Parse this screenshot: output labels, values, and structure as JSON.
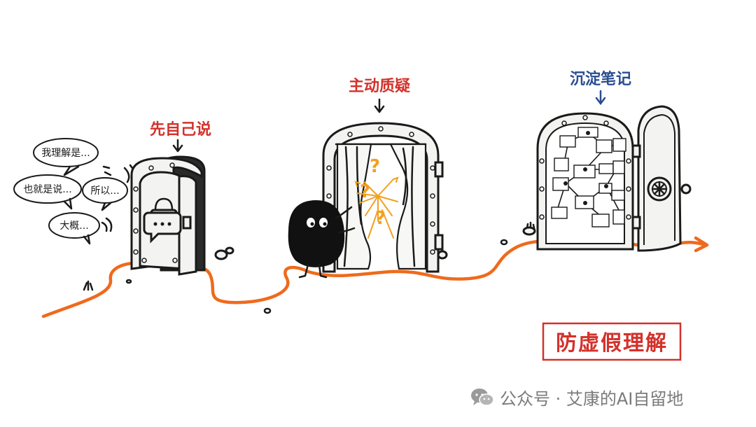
{
  "bubbles": {
    "b1": "我理解是...",
    "b2": "也就是说...",
    "b3": "所以...",
    "b4": "大概..."
  },
  "captions": {
    "step1": "先自己说",
    "step2": "主动质疑",
    "step3": "沉淀笔记"
  },
  "stamp": "防虚假理解",
  "watermark": {
    "icon": "wechat-icon",
    "text": "公众号 · 艾康的AI自留地"
  },
  "colors": {
    "accent_red": "#d3312b",
    "accent_blue": "#2a4d8f",
    "path_orange": "#ef6a1c",
    "spark_yellow": "#f2a020",
    "ink": "#1a1a1a"
  }
}
